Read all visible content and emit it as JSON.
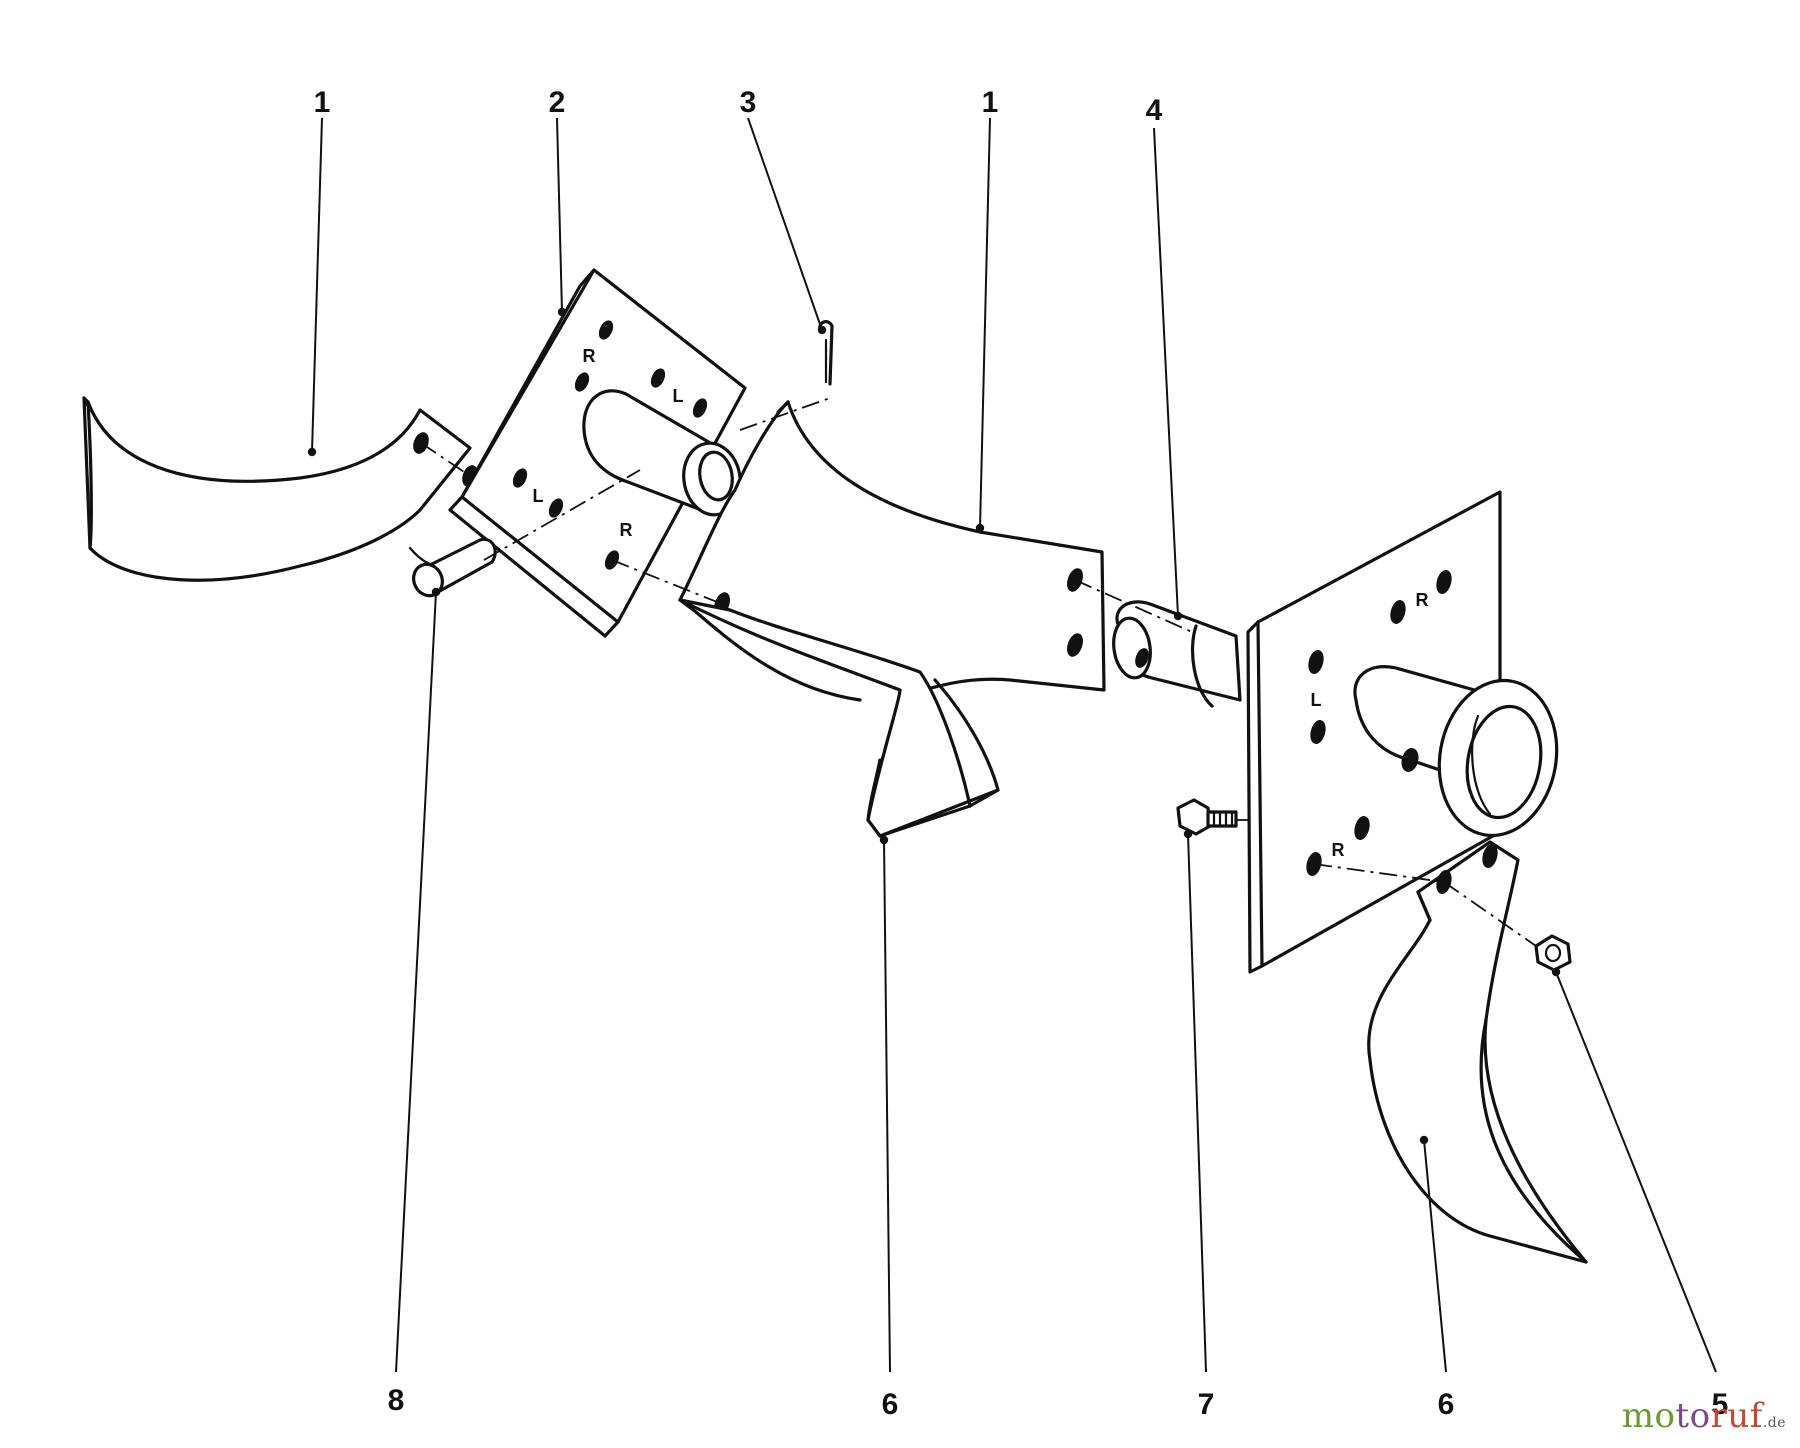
{
  "callouts": {
    "c1a": "1",
    "c2": "2",
    "c3": "3",
    "c1b": "1",
    "c4": "4",
    "c8": "8",
    "c6a": "6",
    "c7": "7",
    "c6b": "6",
    "c5": "5"
  },
  "markings": {
    "plate_left": {
      "r1": "R",
      "l1": "L",
      "l2": "L",
      "r2": "R"
    },
    "plate_right": {
      "r1": "R",
      "l1": "L",
      "r2": "R"
    }
  },
  "watermark": {
    "part1": "mo",
    "part2": "to",
    "part3": "ruf",
    "tld": ".de"
  }
}
